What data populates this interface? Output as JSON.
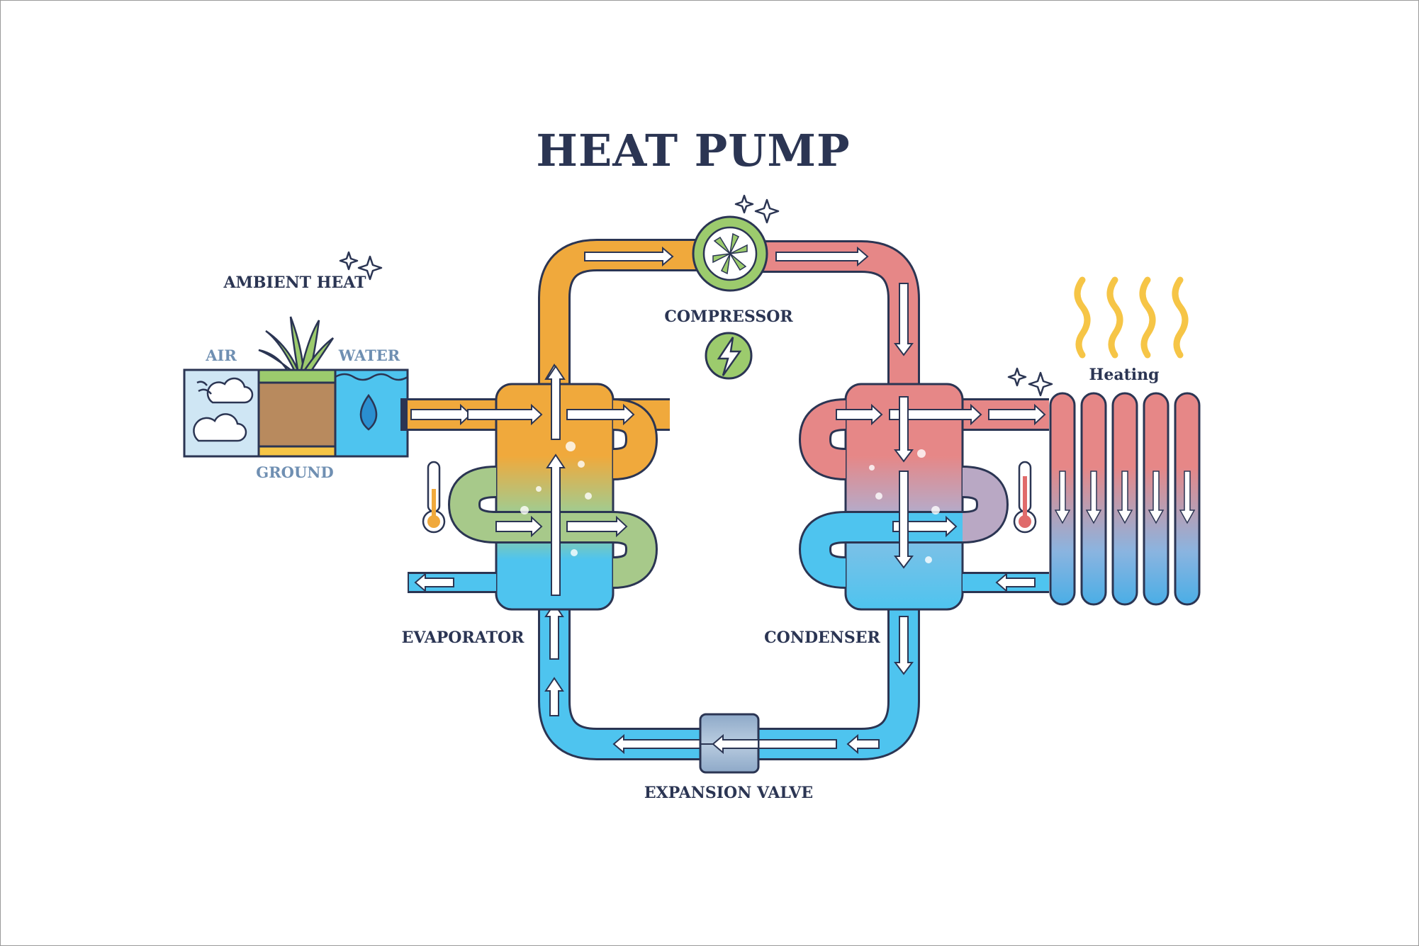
{
  "title": "HEAT PUMP",
  "labels": {
    "ambient_heat": "AMBIENT HEAT",
    "air": "AIR",
    "water": "WATER",
    "ground": "GROUND",
    "compressor": "COMPRESSOR",
    "heating": "Heating",
    "evaporator": "EVAPORATOR",
    "condenser": "CONDENSER",
    "expansion_valve": "EXPANSION VALVE"
  },
  "colors": {
    "outline": "#2b3553",
    "warm_orange": "#f0a93c",
    "hot_pink": "#e68787",
    "cold_blue": "#4ec4ef",
    "green": "#9ccb6d",
    "soil": "#b88a5e",
    "sky": "#cfe6f4",
    "flame": "#f6c546"
  }
}
